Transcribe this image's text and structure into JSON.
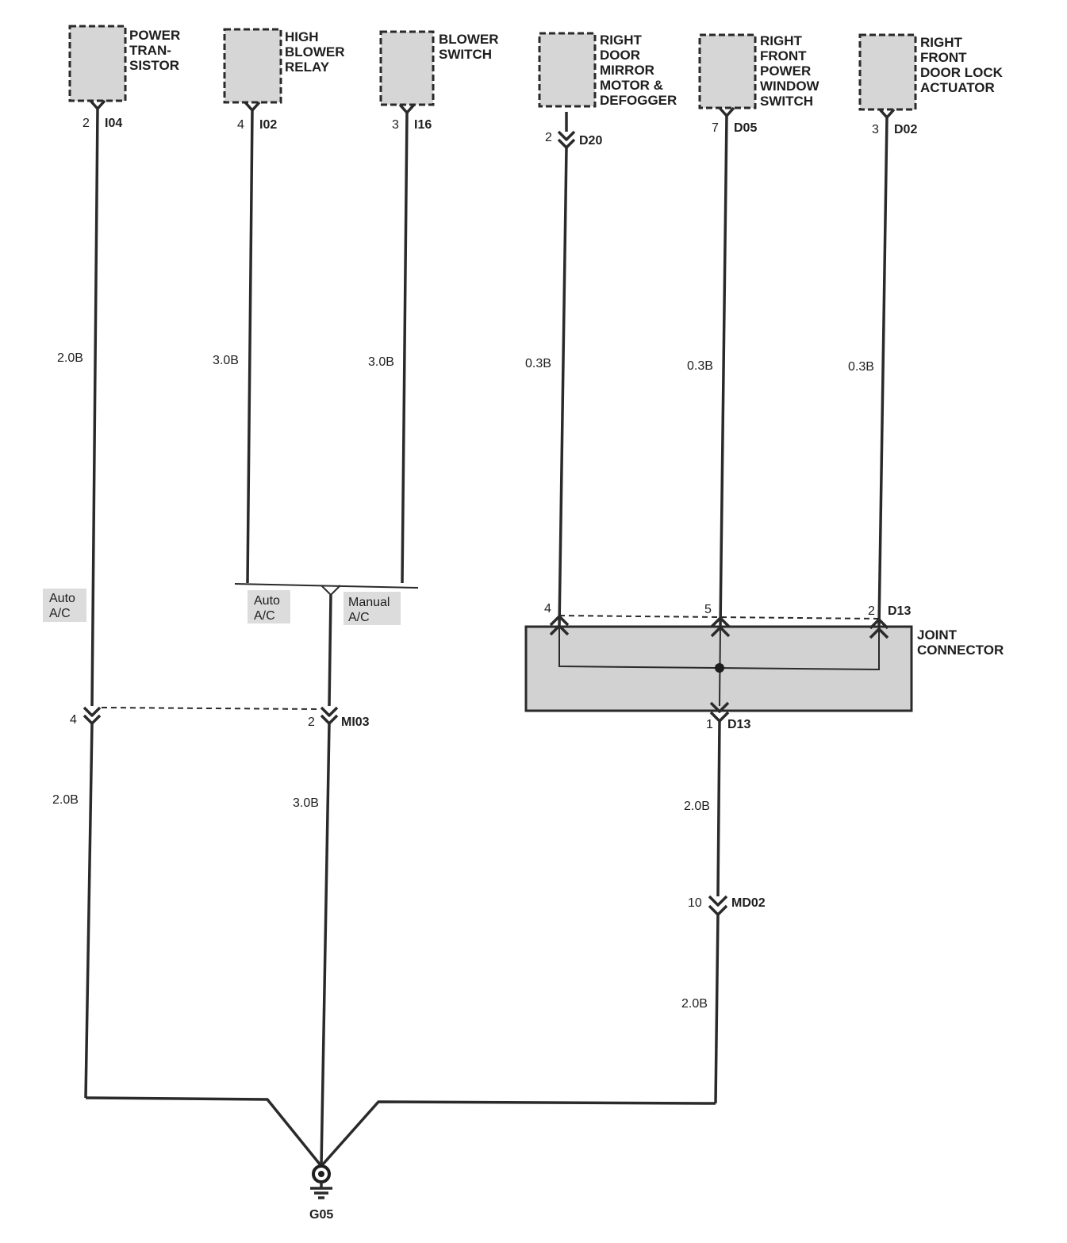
{
  "components": [
    {
      "name": "power-transistor",
      "lines": [
        "POWER",
        "TRAN-",
        "SISTOR"
      ]
    },
    {
      "name": "high-blower-relay",
      "lines": [
        "HIGH",
        "BLOWER",
        "RELAY"
      ]
    },
    {
      "name": "blower-switch",
      "lines": [
        "BLOWER",
        "SWITCH"
      ]
    },
    {
      "name": "right-door-mirror-motor-defogger",
      "lines": [
        "RIGHT",
        "DOOR",
        "MIRROR",
        "MOTOR &",
        "DEFOGGER"
      ]
    },
    {
      "name": "right-front-power-window-switch",
      "lines": [
        "RIGHT",
        "FRONT",
        "POWER",
        "WINDOW",
        "SWITCH"
      ]
    },
    {
      "name": "right-front-door-lock-actuator",
      "lines": [
        "RIGHT",
        "FRONT",
        "DOOR LOCK",
        "ACTUATOR"
      ]
    }
  ],
  "connectors": [
    {
      "pin": "2",
      "id": "I04"
    },
    {
      "pin": "4",
      "id": "I02"
    },
    {
      "pin": "3",
      "id": "I16"
    },
    {
      "pin": "2",
      "id": "D20"
    },
    {
      "pin": "7",
      "id": "D05"
    },
    {
      "pin": "3",
      "id": "D02"
    }
  ],
  "wire_gauges": {
    "w1_upper": "2.0B",
    "w2_upper": "3.0B",
    "w3_upper": "3.0B",
    "w4_upper": "0.3B",
    "w5_upper": "0.3B",
    "w6_upper": "0.3B",
    "w1_lower": "2.0B",
    "w2_lower": "3.0B",
    "jc_out_1": "2.0B",
    "jc_out_2": "2.0B"
  },
  "options": {
    "auto_left": [
      "Auto",
      "A/C"
    ],
    "auto_mid": [
      "Auto",
      "A/C"
    ],
    "manual": [
      "Manual",
      "A/C"
    ]
  },
  "joint_connector": {
    "lines": [
      "JOINT",
      "CONNECTOR"
    ],
    "id": "D13",
    "pins_in": [
      "4",
      "5",
      "2"
    ],
    "pin_out": "1",
    "out_id": "D13"
  },
  "mi03": {
    "pin_left": "4",
    "pin_right": "2",
    "id": "MI03"
  },
  "md02": {
    "pin": "10",
    "id": "MD02"
  },
  "ground": {
    "id": "G05"
  }
}
